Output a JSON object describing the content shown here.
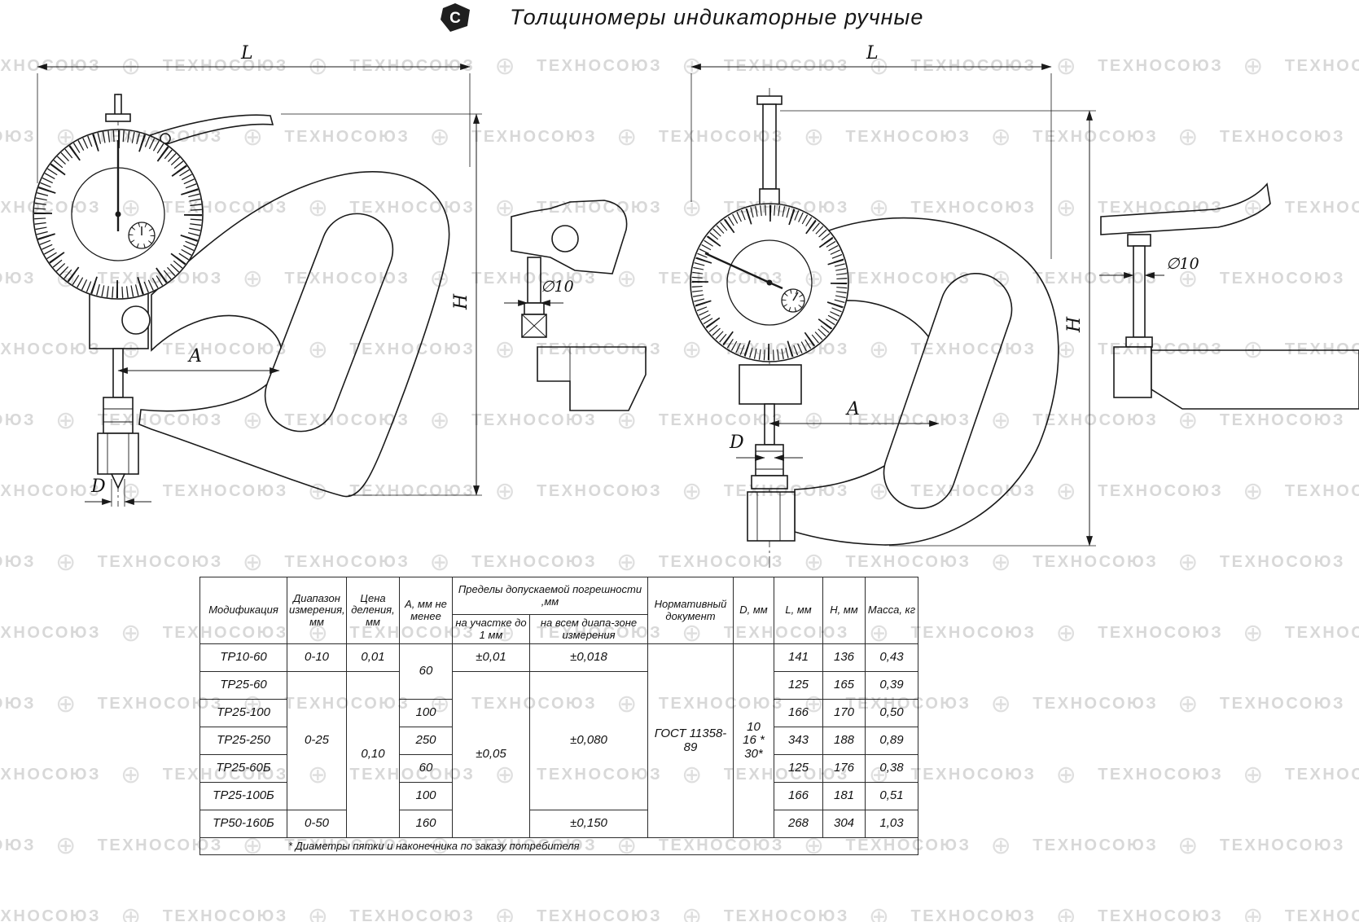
{
  "page": {
    "title": "Толщиномеры индикаторные ручные",
    "watermark_word": "ТЕХНОСОЮЗ",
    "logo_letter": "С"
  },
  "dims": {
    "left": {
      "L": "L",
      "H": "H",
      "A": "A",
      "D": "D",
      "dia": "∅10"
    },
    "right": {
      "L": "L",
      "H": "H",
      "A": "A",
      "D": "D",
      "dia": "∅10"
    }
  },
  "table": {
    "headers": {
      "modification": "Модификация",
      "range": "Диапазон измерения, мм",
      "graduation": "Цена деления, мм",
      "a_min": "А, мм не менее",
      "error_group": "Пределы допускаемой погрешности ,мм",
      "error_upto1": "на участке до 1 мм",
      "error_full": "на всем диапа-зоне измерения",
      "document": "Нормативный документ",
      "d": "D, мм",
      "l": "L, мм",
      "h": "Н, мм",
      "mass": "Масса, кг"
    },
    "rows": [
      {
        "mod": "ТР10-60",
        "l": "141",
        "h": "136",
        "mass": "0,43"
      },
      {
        "mod": "ТР25-60",
        "l": "125",
        "h": "165",
        "mass": "0,39"
      },
      {
        "mod": "ТР25-100",
        "a": "100",
        "l": "166",
        "h": "170",
        "mass": "0,50"
      },
      {
        "mod": "ТР25-250",
        "a": "250",
        "l": "343",
        "h": "188",
        "mass": "0,89"
      },
      {
        "mod": "ТР25-60Б",
        "a": "60",
        "l": "125",
        "h": "176",
        "mass": "0,38"
      },
      {
        "mod": "ТР25-100Б",
        "a": "100",
        "l": "166",
        "h": "181",
        "mass": "0,51"
      },
      {
        "mod": "ТР50-160Б",
        "a": "160",
        "l": "268",
        "h": "304",
        "mass": "1,03"
      }
    ],
    "merged": {
      "range_row1": "0-10",
      "range_rows2_6": "0-25",
      "range_row7": "0-50",
      "grad_row1": "0,01",
      "grad_rows2_7": "0,10",
      "a_rows1_2": "60",
      "err1_row1": "±0,01",
      "err1_rows2_7": "±0,05",
      "errfull_row1": "±0,018",
      "errfull_rows2_6": "±0,080",
      "errfull_row7": "±0,150",
      "document": "ГОСТ 11358-89",
      "d_line1": "10",
      "d_line2": "16 *",
      "d_line3": "30*"
    },
    "footnote": "* Диаметры пятки и наконечника по заказу потребителя"
  }
}
